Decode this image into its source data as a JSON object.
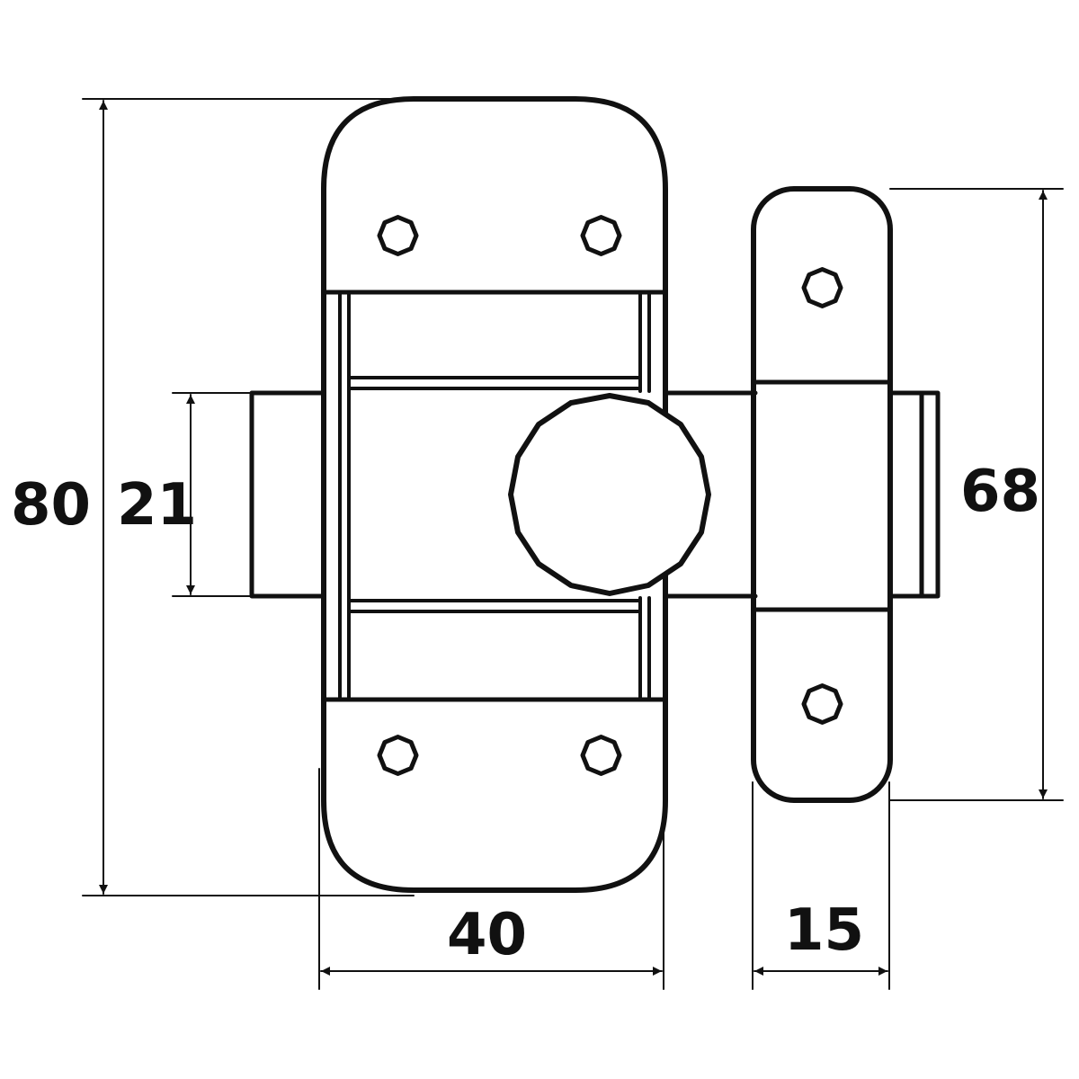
{
  "diagram": {
    "stroke_color": "#111111",
    "background": "#ffffff",
    "dimensions": {
      "total_height": "80",
      "bolt_height": "21",
      "keeper_height": "68",
      "base_width": "40",
      "keeper_width": "15"
    }
  }
}
